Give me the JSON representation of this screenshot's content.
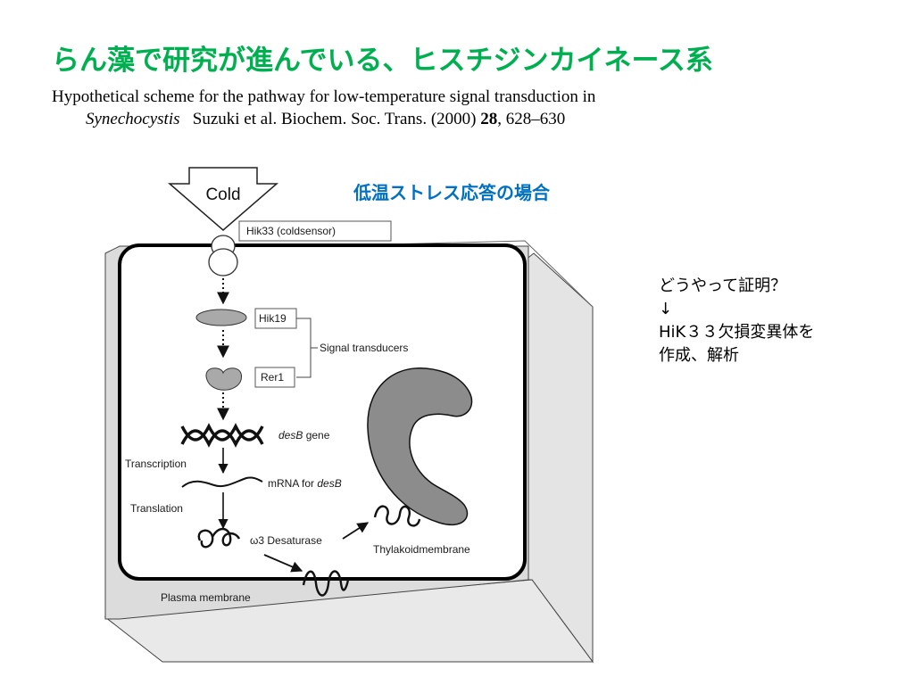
{
  "slide": {
    "title": "らん藻で研究が進んでいる、ヒスチジンカイネース系",
    "caption_part1": "Hypothetical scheme for the pathway for low-temperature signal transduction in",
    "caption_species": "Synechocystis",
    "caption_ref": "Suzuki et al. Biochem. Soc. Trans. (2000)",
    "caption_volume": "28",
    "caption_pages": ", 628–630",
    "subtitle": "低温ストレス応答の場合",
    "note_lines": [
      "どうやって証明？",
      "↓",
      "HiK３３欠損変異体を",
      "作成、解析"
    ]
  },
  "diagram": {
    "cold_label": "Cold",
    "hik33_label": "Hik33 (coldsensor)",
    "hik19_label": "Hik19",
    "rer1_label": "Rer1",
    "signal_transducers_label": "Signal transducers",
    "gene_label_italic": "desB",
    "gene_label_rest": "gene",
    "transcription_label": "Transcription",
    "mrna_label": "mRNA for",
    "mrna_label_italic": "desB",
    "translation_label": "Translation",
    "desaturase_label": "ω3 Desaturase",
    "thylakoid_label": "Thylakoidmembrane",
    "plasma_label": "Plasma membrane"
  },
  "colors": {
    "title": "#00b050",
    "subtitle": "#0070c0",
    "cell_side": "#e6e6e6",
    "protein": "#a9a9a9",
    "thylakoid": "#8c8c8c"
  }
}
